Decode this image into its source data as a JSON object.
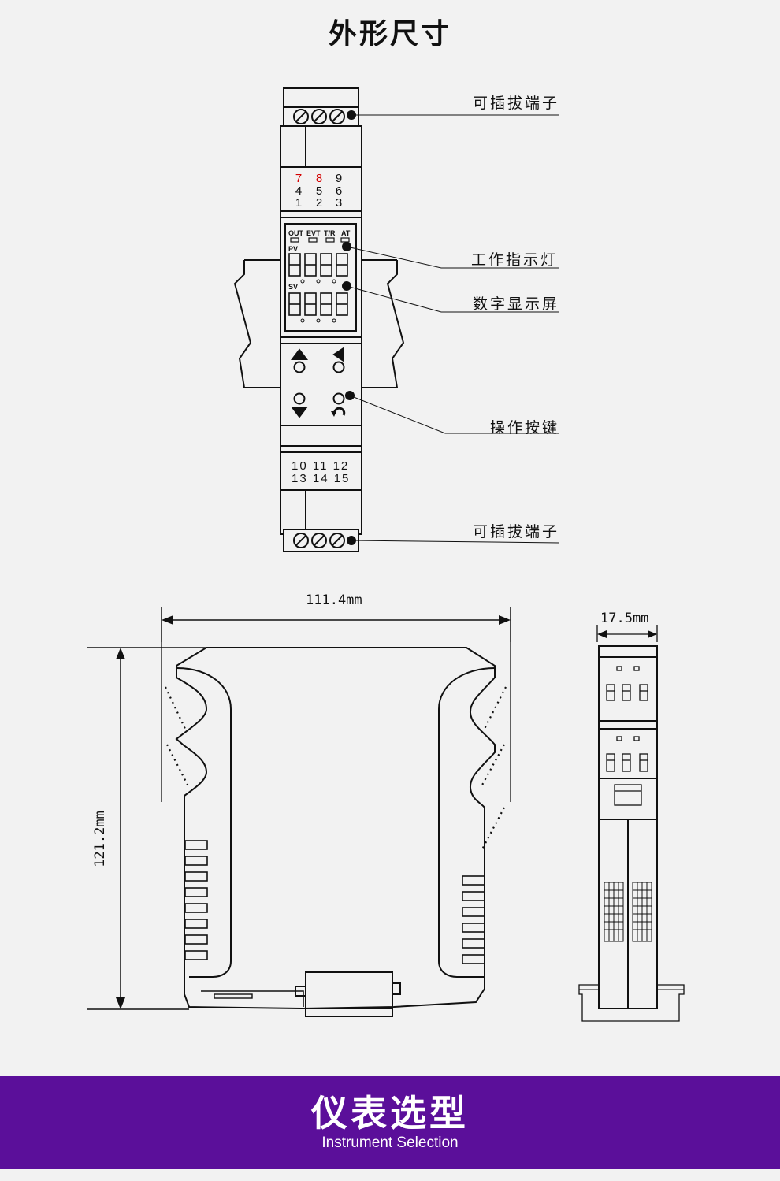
{
  "title": "外形尺寸",
  "callouts": {
    "top_terminal": "可插拔端子",
    "indicator": "工作指示灯",
    "display": "数字显示屏",
    "buttons": "操作按键",
    "bottom_terminal": "可插拔端子"
  },
  "terminals_top": {
    "row1": [
      "7",
      "8",
      "9"
    ],
    "row2": [
      "4",
      "5",
      "6"
    ],
    "row3": [
      "1",
      "2",
      "3"
    ]
  },
  "leds": [
    "OUT",
    "EVT",
    "T/R",
    "AT"
  ],
  "display_labels": {
    "pv": "PV",
    "sv": "SV"
  },
  "terminals_bottom": {
    "row1": "10 11 12",
    "row2": "13 14 15"
  },
  "dimensions": {
    "depth": "111.4mm",
    "height": "121.2mm",
    "width": "17.5mm"
  },
  "banner": {
    "title": "仪表选型",
    "subtitle": "Instrument Selection"
  },
  "colors": {
    "banner": "#5b0f9a",
    "terminal_red": "#d40000",
    "background": "#f2f2f2"
  }
}
